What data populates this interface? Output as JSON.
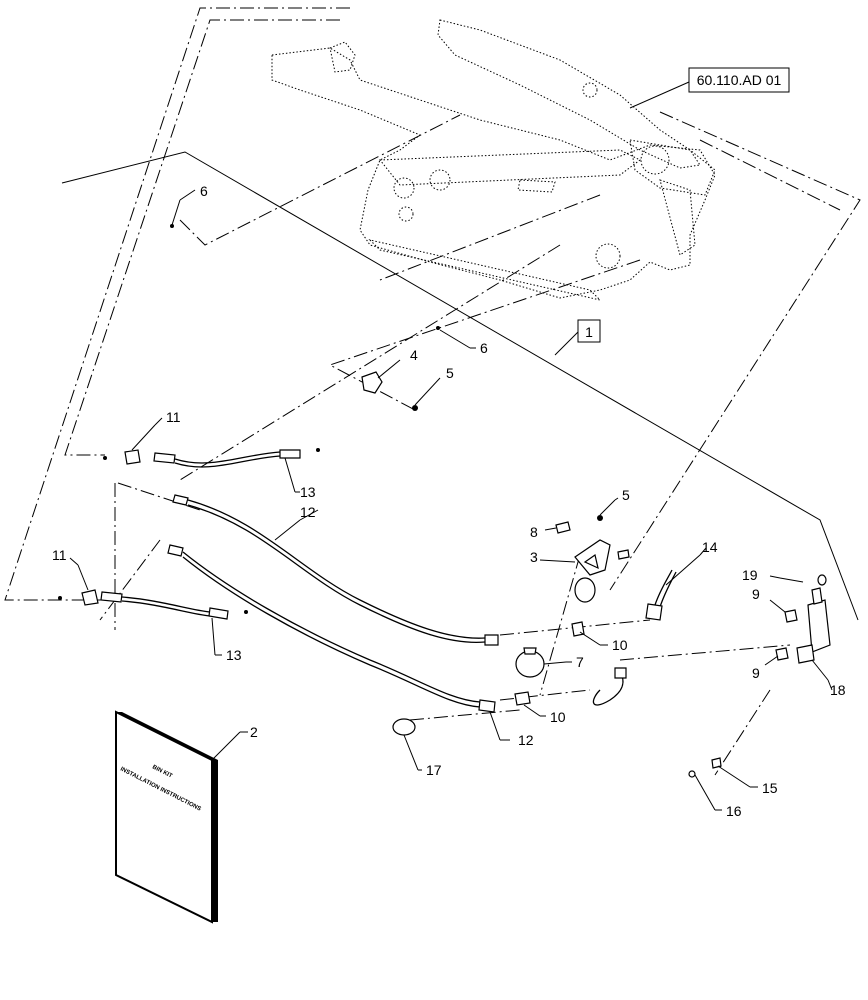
{
  "reference_box": {
    "label": "60.110.AD 01"
  },
  "assembly_box": {
    "label": "1"
  },
  "manual": {
    "line1": "BIN KIT",
    "line2": "INSTALLATION INSTRUCTIONS"
  },
  "callouts": [
    {
      "id": "c-6a",
      "text": "6"
    },
    {
      "id": "c-6b",
      "text": "6"
    },
    {
      "id": "c-4",
      "text": "4"
    },
    {
      "id": "c-5a",
      "text": "5"
    },
    {
      "id": "c-11a",
      "text": "11"
    },
    {
      "id": "c-13a",
      "text": "13"
    },
    {
      "id": "c-12a",
      "text": "12"
    },
    {
      "id": "c-11b",
      "text": "11"
    },
    {
      "id": "c-13b",
      "text": "13"
    },
    {
      "id": "c-5b",
      "text": "5"
    },
    {
      "id": "c-8",
      "text": "8"
    },
    {
      "id": "c-3",
      "text": "3"
    },
    {
      "id": "c-14",
      "text": "14"
    },
    {
      "id": "c-19",
      "text": "19"
    },
    {
      "id": "c-9a",
      "text": "9"
    },
    {
      "id": "c-10a",
      "text": "10"
    },
    {
      "id": "c-7",
      "text": "7"
    },
    {
      "id": "c-9b",
      "text": "9"
    },
    {
      "id": "c-18",
      "text": "18"
    },
    {
      "id": "c-10b",
      "text": "10"
    },
    {
      "id": "c-12b",
      "text": "12"
    },
    {
      "id": "c-2",
      "text": "2"
    },
    {
      "id": "c-17",
      "text": "17"
    },
    {
      "id": "c-15",
      "text": "15"
    },
    {
      "id": "c-16",
      "text": "16"
    }
  ]
}
